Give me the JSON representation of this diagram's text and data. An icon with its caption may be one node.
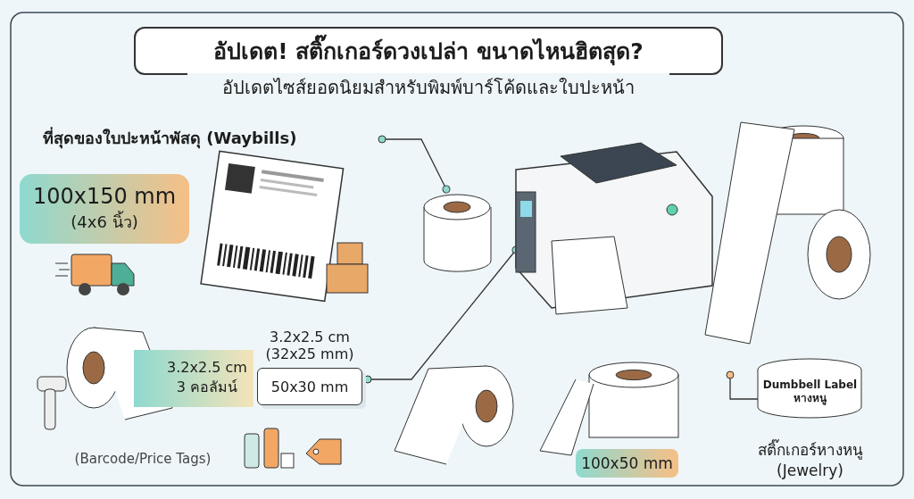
{
  "diagram": {
    "nodes": [
      {
        "text": [
          "อัปเดต! สติ๊กเกอร์ดวงเปล่า ขนาดไหนฮิตสุด?"
        ],
        "beside": [
          "อัปเดตไซส์ยอดนิยมสำหรับพิมพ์บาร์โค้ดและใบปะหน้า"
        ]
      },
      {
        "text": [
          "ที่สุดของใบปะหน้าพัสดุ (Waybills)"
        ]
      },
      {
        "text": [],
        "shape": "cylinder"
      },
      {
        "text": [
          "100x150 mm",
          "(4x6 นิ้ว)"
        ]
      },
      {
        "text": [
          "3.2x2.5 cm 3 คอลัมน์"
        ]
      },
      {
        "text": [
          "3.2x2.5 cm (32x25 mm)",
          "50x30 mm"
        ]
      },
      {
        "text": [],
        "shape": "picture"
      },
      {
        "text": [
          "100x50 mm"
        ]
      },
      {
        "text": [
          "Dumbbell Label หางหนู"
        ],
        "beside": [
          "สติ๊กเกอร์หางหนู (Jewelry)"
        ]
      }
    ],
    "edges": [
      {
        "from": 1,
        "to": 2,
        "arrow": "other"
      },
      {
        "from": 5,
        "to": 6,
        "arrow": "other"
      },
      {
        "from": null,
        "to": 8,
        "arrow": "other"
      }
    ],
    "labels": [
      "(Barcode/Price Tags)"
    ]
  }
}
